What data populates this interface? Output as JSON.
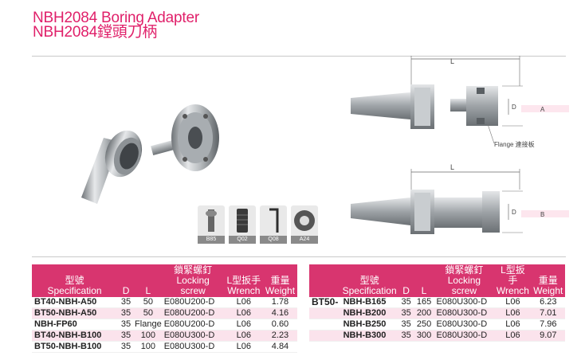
{
  "title": {
    "line1": "NBH2084 Boring Adapter",
    "line2": "NBH2084鏜頭刀柄"
  },
  "diagram": {
    "dim_L": "L",
    "dim_D": "D",
    "label_A": "A",
    "label_B": "B",
    "flange_note": "Flange 連接板"
  },
  "thumbnails": [
    {
      "label": "B85"
    },
    {
      "label": "Q02"
    },
    {
      "label": "Q08"
    },
    {
      "label": "A24"
    }
  ],
  "table_headers": {
    "spec_zh": "型號",
    "spec_en": "Specification",
    "d": "D",
    "l": "L",
    "screw_zh": "鎖緊螺釘",
    "screw_en": "Locking screw",
    "wrench_zh": "L型扳手",
    "wrench_en": "Wrench",
    "weight_zh": "重量",
    "weight_en": "Weight"
  },
  "left_table": [
    {
      "spec": "BT40-NBH-A50",
      "d": "35",
      "l": "50",
      "screw": "E080U200-D",
      "wrench": "L06",
      "weight": "1.78"
    },
    {
      "spec": "BT50-NBH-A50",
      "d": "35",
      "l": "50",
      "screw": "E080U200-D",
      "wrench": "L06",
      "weight": "4.16"
    },
    {
      "spec": "NBH-FP60",
      "d": "35",
      "l": "Flange",
      "screw": "E080U200-D",
      "wrench": "L06",
      "weight": "0.60"
    },
    {
      "spec": "BT40-NBH-B100",
      "d": "35",
      "l": "100",
      "screw": "E080U300-D",
      "wrench": "L06",
      "weight": "2.23"
    },
    {
      "spec": "BT50-NBH-B100",
      "d": "35",
      "l": "100",
      "screw": "E080U300-D",
      "wrench": "L06",
      "weight": "4.84"
    }
  ],
  "right_prefix": "BT50-",
  "right_table": [
    {
      "spec": "NBH-B165",
      "d": "35",
      "l": "165",
      "screw": "E080U300-D",
      "wrench": "L06",
      "weight": "6.23"
    },
    {
      "spec": "NBH-B200",
      "d": "35",
      "l": "200",
      "screw": "E080U300-D",
      "wrench": "L06",
      "weight": "7.01"
    },
    {
      "spec": "NBH-B250",
      "d": "35",
      "l": "250",
      "screw": "E080U300-D",
      "wrench": "L06",
      "weight": "7.96"
    },
    {
      "spec": "NBH-B300",
      "d": "35",
      "l": "300",
      "screw": "E080U300-D",
      "wrench": "L06",
      "weight": "9.07"
    }
  ],
  "colors": {
    "accent": "#e0206a",
    "header_bg": "#d8356f",
    "row_alt": "#fbe3ec"
  }
}
